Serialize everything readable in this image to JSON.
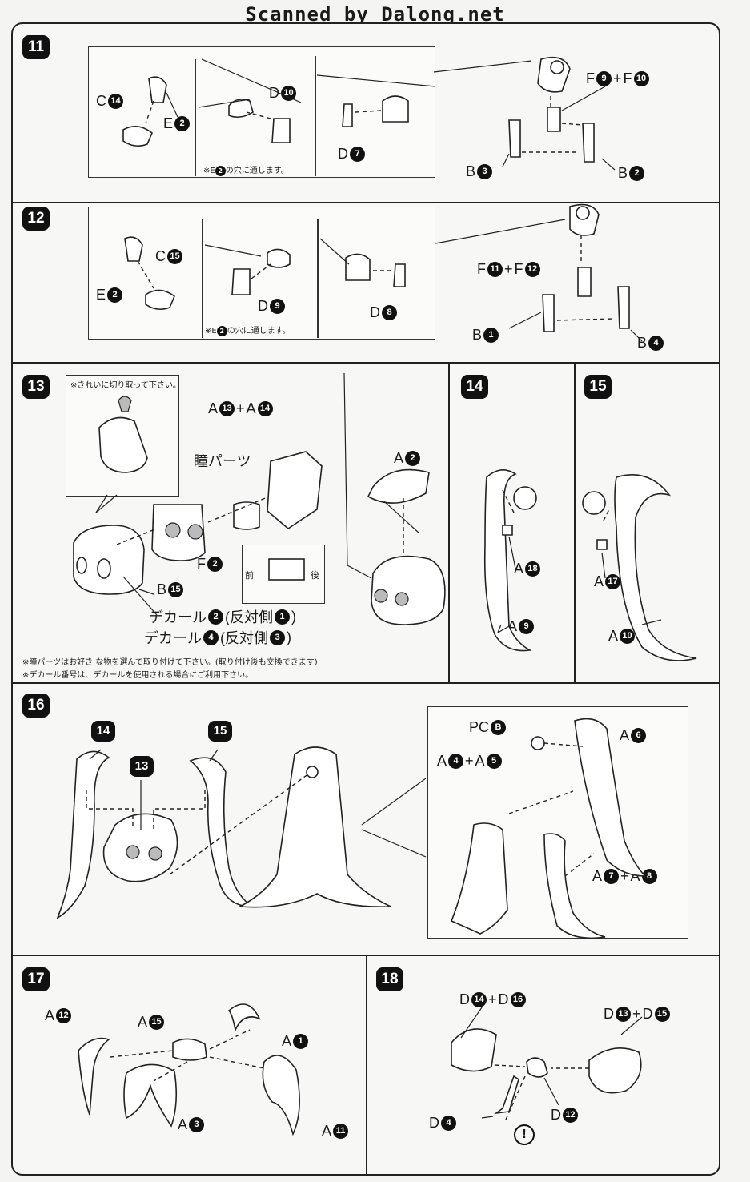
{
  "header": {
    "text": "Scanned by Dalong.net"
  },
  "steps": {
    "s11": "11",
    "s12": "12",
    "s13": "13",
    "s14": "14",
    "s15": "15",
    "s16": "16",
    "s17": "17",
    "s18": "18",
    "ref14": "14",
    "ref13": "13",
    "ref15": "15"
  },
  "step11": {
    "c": "C",
    "c_n": "14",
    "e": "E",
    "e_n": "2",
    "d1": "D",
    "d1_n": "10",
    "d2": "D",
    "d2_n": "7",
    "f1": "F",
    "f1_n": "9",
    "plus": "+",
    "f2": "F",
    "f2_n": "10",
    "b1": "B",
    "b1_n": "3",
    "b2": "B",
    "b2_n": "2",
    "note_prefix": "※E",
    "note_n": "2",
    "note_suffix": "の穴に通します。"
  },
  "step12": {
    "e": "E",
    "e_n": "2",
    "c": "C",
    "c_n": "15",
    "d1": "D",
    "d1_n": "9",
    "d2": "D",
    "d2_n": "8",
    "f1": "F",
    "f1_n": "11",
    "plus": "+",
    "f2": "F",
    "f2_n": "12",
    "b1": "B",
    "b1_n": "1",
    "b2": "B",
    "b2_n": "4",
    "note_prefix": "※E",
    "note_n": "2",
    "note_suffix": "の穴に通します。"
  },
  "step13": {
    "tip": "※きれいに切り取って下さい。",
    "a1": "A",
    "a1_n": "13",
    "plus": "+",
    "a2": "A",
    "a2_n": "14",
    "eye_parts": "瞳パーツ",
    "f": "F",
    "f_n": "2",
    "front": "前",
    "back": "後",
    "b": "B",
    "b_n": "15",
    "a3": "A",
    "a3_n": "2",
    "decal1": "デカール",
    "decal1_n": "2",
    "decal1_opp": "(反対側",
    "decal1_opp_n": "1",
    "close": ")",
    "decal2": "デカール",
    "decal2_n": "4",
    "decal2_opp": "(反対側",
    "decal2_opp_n": "3",
    "note1": "※瞳パーツはお好き な物を選んで取り付けて下さい。(取り付け後も交換できます)",
    "note2": "※デカール番号は、デカールを使用される場合にご利用下さい。"
  },
  "step14": {
    "a1": "A",
    "a1_n": "18",
    "a2": "A",
    "a2_n": "9"
  },
  "step15": {
    "a1": "A",
    "a1_n": "17",
    "a2": "A",
    "a2_n": "10"
  },
  "step16": {
    "pc": "PC",
    "pc_n": "B",
    "a1": "A",
    "a1_n": "4",
    "plus": "+",
    "a2": "A",
    "a2_n": "5",
    "a3": "A",
    "a3_n": "6",
    "a4": "A",
    "a4_n": "7",
    "a5": "A",
    "a5_n": "8"
  },
  "step17": {
    "a1": "A",
    "a1_n": "12",
    "a2": "A",
    "a2_n": "15",
    "a3": "A",
    "a3_n": "1",
    "a4": "A",
    "a4_n": "3",
    "a5": "A",
    "a5_n": "11"
  },
  "step18": {
    "d1": "D",
    "d1_n": "14",
    "plus": "+",
    "d2": "D",
    "d2_n": "16",
    "d3": "D",
    "d3_n": "13",
    "d4": "D",
    "d4_n": "15",
    "d5": "D",
    "d5_n": "12",
    "d6": "D",
    "d6_n": "4",
    "warn": "!"
  },
  "colors": {
    "ink": "#1a1a1a",
    "paper": "#f7f7f5",
    "shade": "#bbbbbb"
  }
}
